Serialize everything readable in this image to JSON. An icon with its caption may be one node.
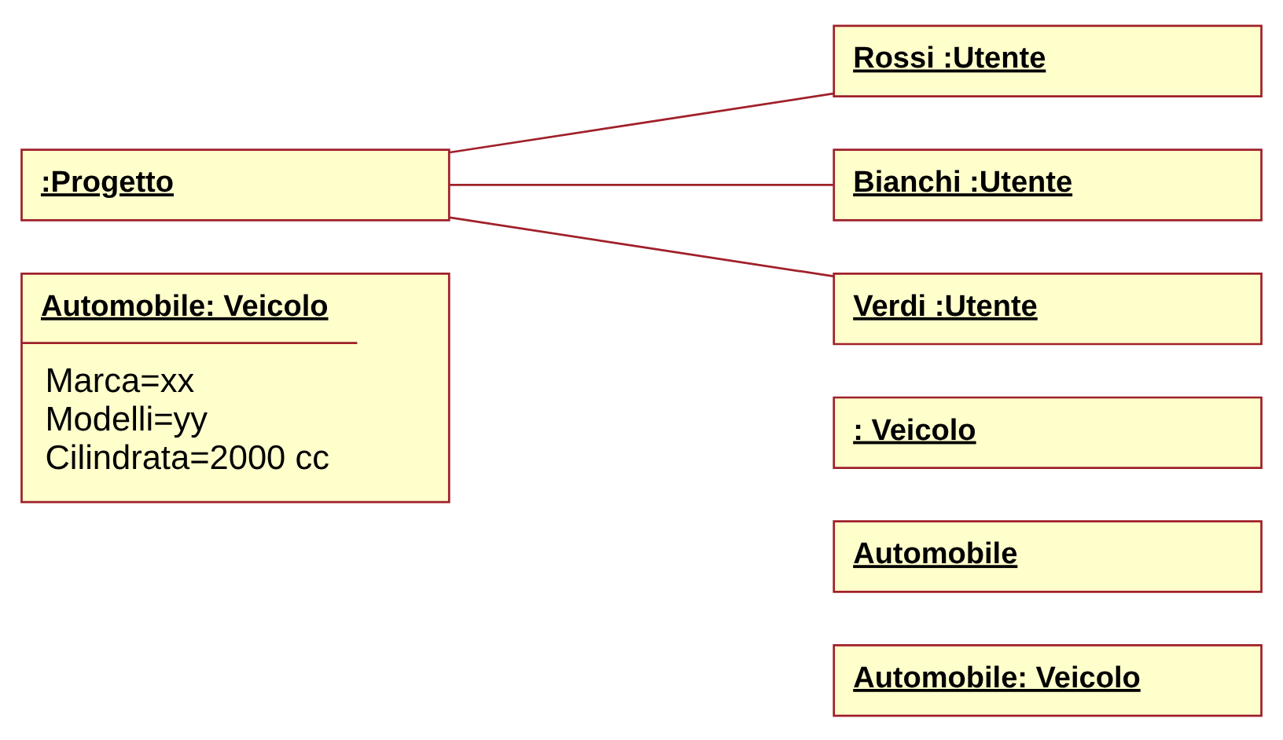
{
  "diagram": {
    "nodes": [
      {
        "text": [
          "Automobile: Veicolo",
          "Marca=xx",
          "Modelli=yy",
          "Cilindrata=2000 cc"
        ]
      },
      {
        "text": [
          "Automobile: Veicolo"
        ]
      },
      {
        "text": [
          "Automobile"
        ]
      },
      {
        "text": [
          ": Veicolo"
        ]
      },
      {
        "text": [
          ":Progetto"
        ]
      },
      {
        "text": [
          "Rossi :Utente"
        ]
      },
      {
        "text": [
          "Bianchi :Utente"
        ]
      },
      {
        "text": [
          "Verdi :Utente"
        ]
      }
    ],
    "edges": [
      {
        "from": 4,
        "to": 5,
        "arrow": "none"
      },
      {
        "from": 4,
        "to": 6,
        "arrow": "none"
      },
      {
        "from": 4,
        "to": 7,
        "arrow": "none"
      }
    ]
  }
}
